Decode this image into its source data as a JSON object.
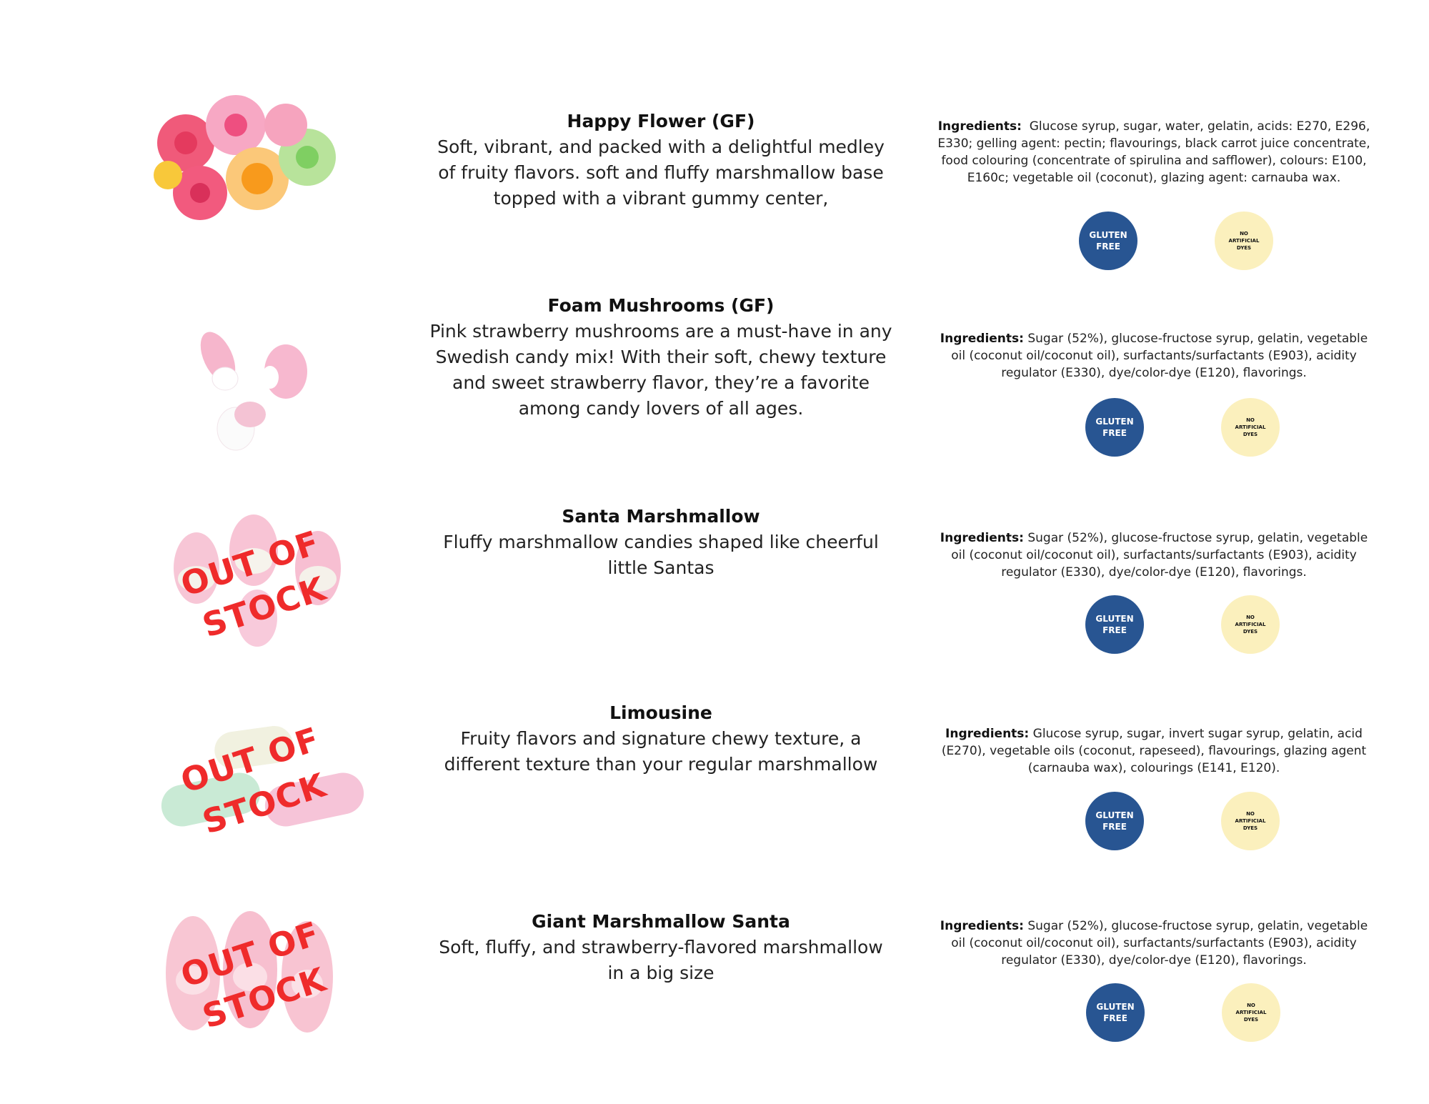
{
  "badges": {
    "gluten_free": "GLUTEN\nFREE",
    "no_artificial_dyes": "NO\nARTIFICIAL\nDYES"
  },
  "stock_label": "OUT OF\nSTOCK",
  "ingredients_label": "Ingredients:",
  "products": [
    {
      "name": "Happy Flower (GF)",
      "description": "Soft, vibrant, and packed with a delightful medley of fruity flavors. soft and fluffy marshmallow base topped with a vibrant gummy center,",
      "ingredients": "Glucose syrup, sugar, water, gelatin, acids: E270, E296, E330; gelling agent: pectin; flavourings, black carrot juice concentrate, food colouring (concentrate of spirulina and safflower), colours: E100, E160c; vegetable oil (coconut), glazing agent: carnauba wax.",
      "out_of_stock": false
    },
    {
      "name": "Foam Mushrooms (GF)",
      "description": "Pink strawberry mushrooms are a must-have in any Swedish candy mix! With their soft, chewy texture and sweet strawberry flavor, they’re a favorite among candy lovers of all ages.",
      "ingredients": "Sugar (52%), glucose-fructose syrup, gelatin, vegetable oil (coconut oil/coconut oil), surfactants/surfactants (E903), acidity regulator (E330), dye/color-dye (E120), flavorings.",
      "out_of_stock": false
    },
    {
      "name": "Santa Marshmallow",
      "description": "Fluffy marshmallow candies shaped like cheerful little Santas",
      "ingredients": "Sugar (52%), glucose-fructose syrup, gelatin, vegetable oil (coconut oil/coconut oil), surfactants/surfactants (E903), acidity regulator (E330), dye/color-dye (E120), flavorings.",
      "out_of_stock": true
    },
    {
      "name": "Limousine",
      "description": "Fruity flavors and signature chewy texture, a different texture than your regular marshmallow",
      "ingredients": "Glucose syrup, sugar, invert sugar syrup, gelatin, acid (E270), vegetable oils (coconut, rapeseed), flavourings, glazing agent (carnauba wax), colourings (E141, E120).",
      "out_of_stock": true
    },
    {
      "name": "Giant Marshmallow Santa",
      "description": "Soft, fluffy, and strawberry-flavored marshmallow in a big size",
      "ingredients": "Sugar (52%), glucose-fructose syrup, gelatin, vegetable oil (coconut oil/coconut oil), surfactants/surfactants (E903), acidity regulator (E330), dye/color-dye (E120), flavorings.",
      "out_of_stock": true
    }
  ]
}
